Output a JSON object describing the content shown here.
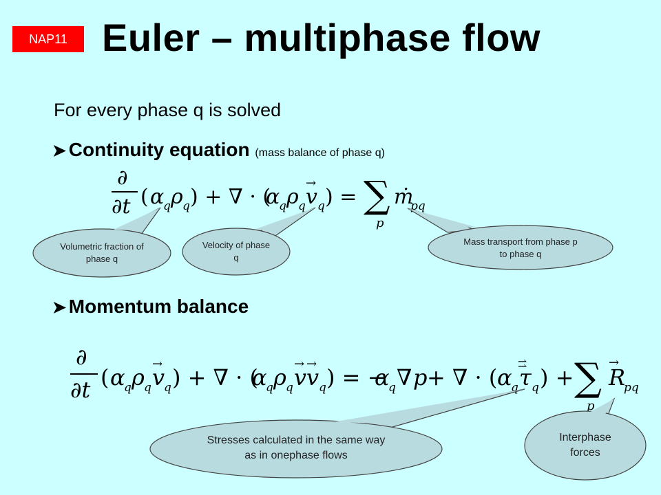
{
  "header": {
    "badge": "NAP11",
    "title": "Euler – multiphase flow"
  },
  "intro": "For every phase q is solved",
  "bullets": [
    {
      "label": "Continuity equation",
      "note": "(mass balance of phase q)"
    },
    {
      "label": "Momentum balance",
      "note": ""
    }
  ],
  "callouts": {
    "vol_fraction": "Volumetric fraction of phase q",
    "velocity": "Velocity of phase q",
    "mass_transport": "Mass transport from phase p to phase q",
    "stresses": "Stresses calculated in the same way as in onephase flows",
    "interphase": "Interphase forces"
  },
  "colors": {
    "background": "#ccffff",
    "badge": "#ff0000",
    "bubble_fill": "#b8dbe0"
  }
}
